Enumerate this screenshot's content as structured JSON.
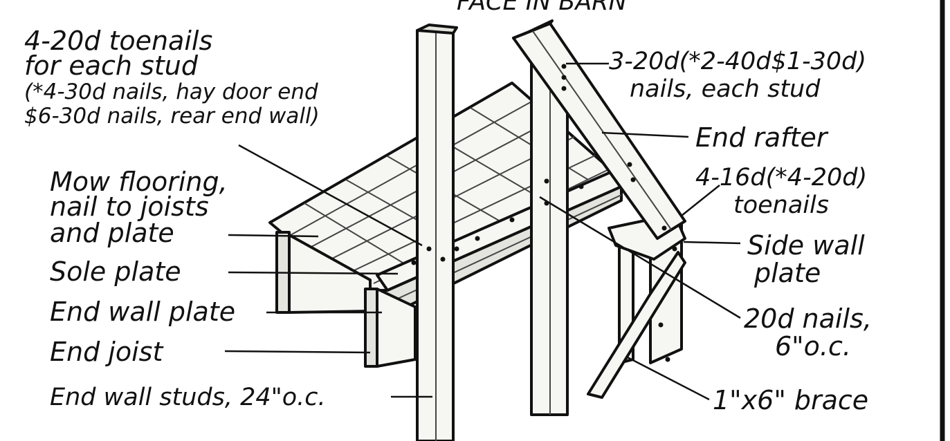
{
  "header": {
    "partial_title": "FACE IN BARN"
  },
  "labels": {
    "toenails_stud": [
      "4-20d toenails",
      "for each stud",
      "(*4-30d nails, hay door end",
      "$6-30d nails, rear end wall)"
    ],
    "rafter_nails": [
      "3-20d(*2-40d$1-30d)",
      "nails, each stud"
    ],
    "end_rafter": "End rafter",
    "toenails_16d": [
      "4-16d(*4-20d)",
      "toenails"
    ],
    "mow_flooring": [
      "Mow flooring,",
      "nail to joists",
      "and plate"
    ],
    "side_wall_plate": [
      "Side wall",
      "plate"
    ],
    "sole_plate": "Sole plate",
    "end_wall_plate": "End wall plate",
    "nails_oc": [
      "20d nails,",
      "6\"o.c."
    ],
    "end_joist": "End joist",
    "end_wall_studs": "End wall studs, 24\"o.c.",
    "brace": "1\"x6\" brace"
  }
}
